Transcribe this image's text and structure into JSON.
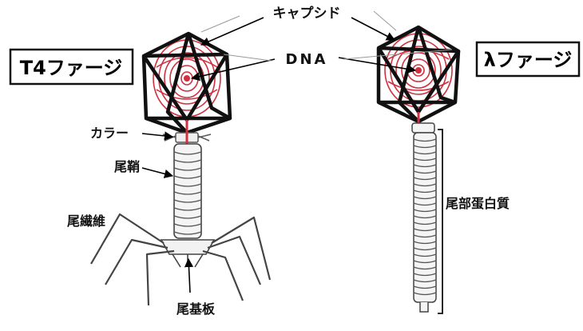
{
  "labels": {
    "capsid": "キャプシド",
    "dna": "DNA",
    "collar": "カラー",
    "tail_sheath": "尾鞘",
    "tail_fibers": "尾繊維",
    "baseplate": "尾基板",
    "tail_protein": "尾部蛋白質"
  },
  "phages": {
    "t4": {
      "name": "T4ファージ"
    },
    "lambda": {
      "name": "λファージ"
    }
  },
  "colors": {
    "outline": "#111111",
    "dna": "#d0303f",
    "leader": "#000000"
  }
}
